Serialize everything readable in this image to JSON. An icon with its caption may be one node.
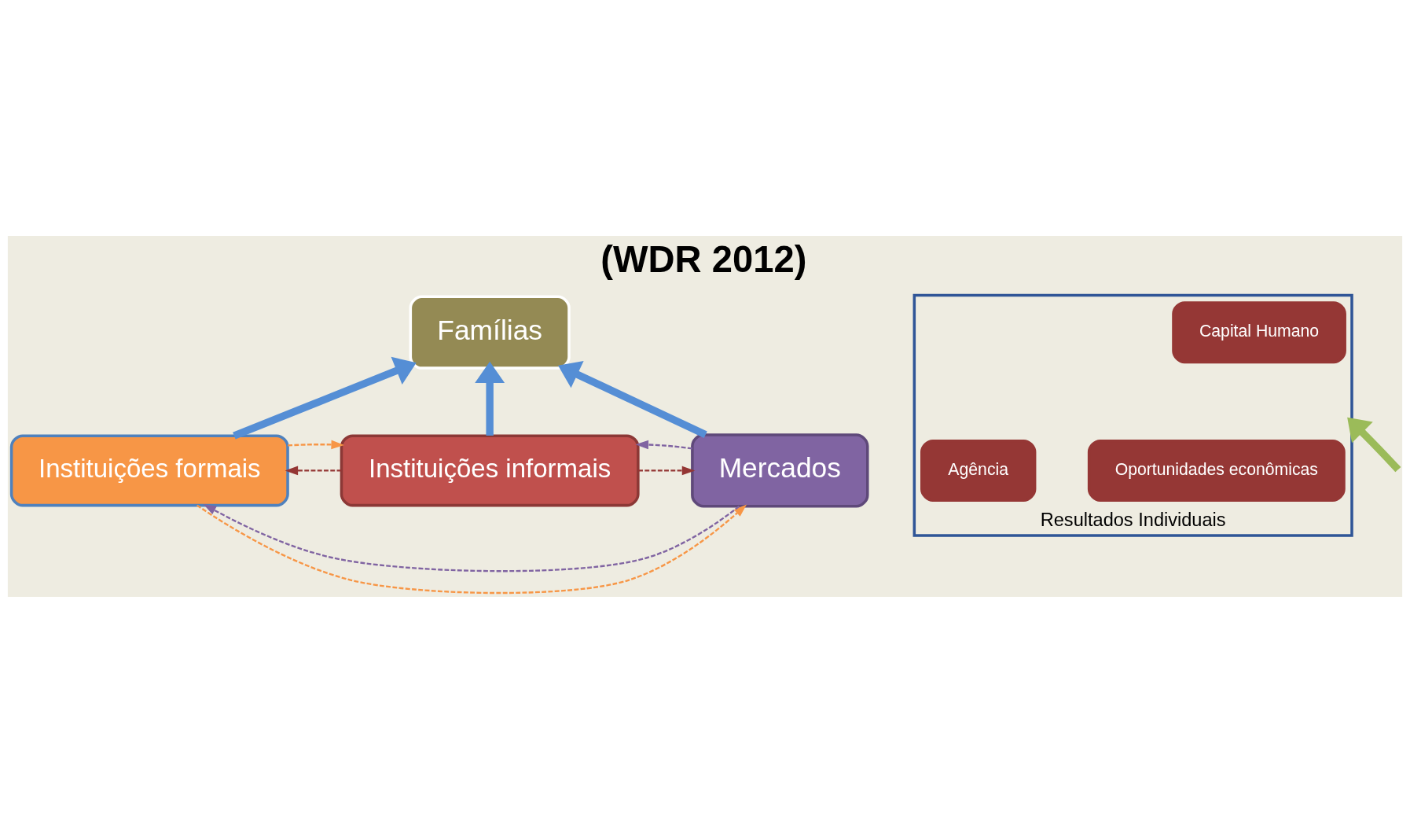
{
  "diagram": {
    "title": "(WDR 2012)",
    "nodes": [
      {
        "text": [
          "Famílias"
        ]
      },
      {
        "text": [
          "Instituições informais"
        ]
      },
      {
        "text": [
          "Instituições formais"
        ]
      },
      {
        "text": [
          "Mercados"
        ]
      },
      {
        "text": [
          "Resultados Individuais"
        ]
      },
      {
        "text": [
          "Capital Humano"
        ],
        "in": 4
      },
      {
        "text": [
          "Oportunidades econômicas"
        ],
        "in": 4
      },
      {
        "text": [
          "Agência"
        ],
        "in": 4
      }
    ],
    "edges": [
      {
        "from": 2,
        "to": 0,
        "arrow": "to",
        "style": "thick",
        "color": "#558ed5"
      },
      {
        "from": 1,
        "to": 0,
        "arrow": "to",
        "style": "thick",
        "color": "#558ed5"
      },
      {
        "from": 3,
        "to": 0,
        "arrow": "to",
        "style": "thick",
        "color": "#558ed5"
      },
      {
        "from": 2,
        "to": 1,
        "arrow": "to",
        "style": "dashed",
        "color": "#f79646"
      },
      {
        "from": 1,
        "to": 2,
        "arrow": "to",
        "style": "dashed",
        "color": "#943634"
      },
      {
        "from": 3,
        "to": 1,
        "arrow": "to",
        "style": "dashed",
        "color": "#8064a2"
      },
      {
        "from": 1,
        "to": 3,
        "arrow": "to",
        "style": "dashed",
        "color": "#943634"
      },
      {
        "from": 3,
        "to": 2,
        "arrow": "to",
        "style": "dashed",
        "color": "#8064a2"
      },
      {
        "from": 2,
        "to": 3,
        "arrow": "to",
        "style": "dashed",
        "color": "#f79646"
      },
      {
        "from": null,
        "to": 4,
        "arrow": "to",
        "style": "thick",
        "color": "#9bbb59"
      }
    ]
  }
}
